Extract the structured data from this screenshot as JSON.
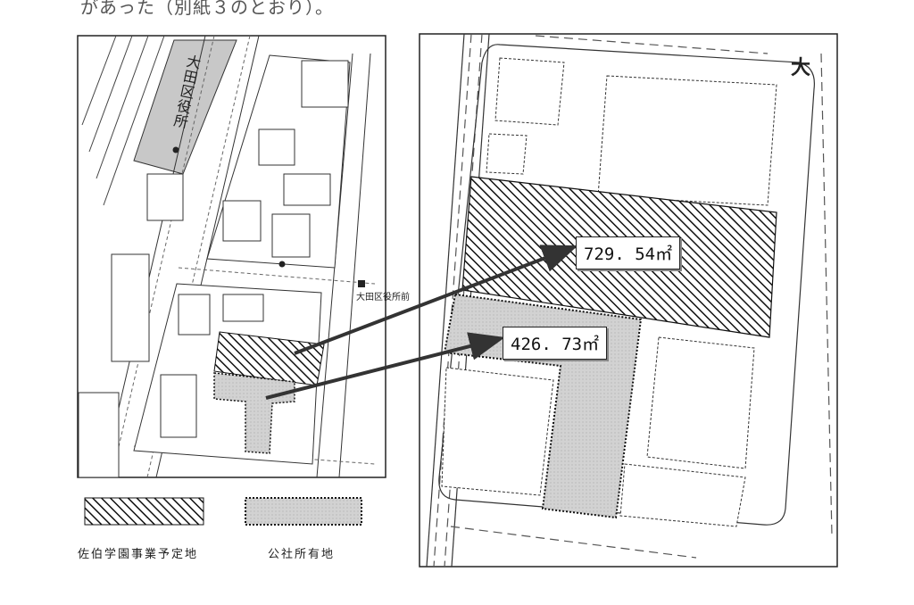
{
  "document": {
    "header_text": "があった（別紙３のとおり）。"
  },
  "map_labels": {
    "city_hall": "大田区役所",
    "station": "大田区役所前",
    "kanji_o": "大"
  },
  "annotations": {
    "area_1": "729. 54㎡",
    "area_2": "426. 73㎡"
  },
  "legend": {
    "planned_site": "佐伯学園事業予定地",
    "public_land": "公社所有地"
  }
}
